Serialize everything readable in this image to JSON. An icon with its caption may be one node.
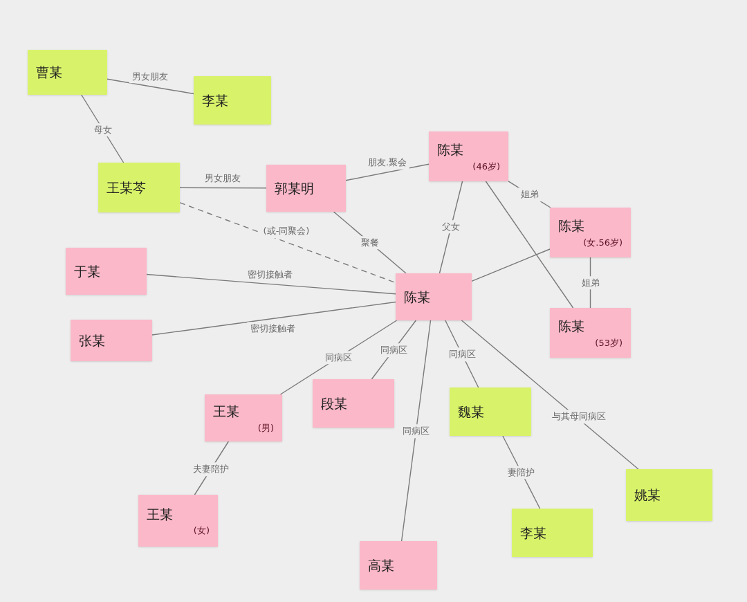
{
  "diagram": {
    "nodes": [
      {
        "text": [
          "曹某"
        ]
      },
      {
        "text": [
          "李某"
        ]
      },
      {
        "text": [
          "王某芩"
        ]
      },
      {
        "text": [
          "郭某明"
        ]
      },
      {
        "text": [
          "陈某",
          "(46岁)"
        ]
      },
      {
        "text": [
          "陈某",
          "(女.56岁)"
        ]
      },
      {
        "text": [
          "于某"
        ]
      },
      {
        "text": [
          "陈某"
        ]
      },
      {
        "text": [
          "陈某",
          "(53岁)"
        ]
      },
      {
        "text": [
          "张某"
        ]
      },
      {
        "text": [
          "王某",
          "(男)"
        ]
      },
      {
        "text": [
          "段某"
        ]
      },
      {
        "text": [
          "魏某"
        ]
      },
      {
        "text": [
          "王某",
          "(女)"
        ]
      },
      {
        "text": [
          "姚某"
        ]
      },
      {
        "text": [
          "李某"
        ]
      },
      {
        "text": [
          "高某"
        ]
      }
    ],
    "edges": [
      {
        "from": 0,
        "to": 1,
        "arrow": "none",
        "label": "男女朋友"
      },
      {
        "from": 0,
        "to": 2,
        "arrow": "none",
        "label": "母女"
      },
      {
        "from": 2,
        "to": 3,
        "arrow": "none",
        "label": "男女朋友"
      },
      {
        "from": 2,
        "to": 7,
        "arrow": "none",
        "label": "(或-同聚会)",
        "style": "dashed"
      },
      {
        "from": 3,
        "to": 4,
        "arrow": "none",
        "label": "朋友.聚会"
      },
      {
        "from": 3,
        "to": 7,
        "arrow": "none",
        "label": "聚餐"
      },
      {
        "from": 4,
        "to": 7,
        "arrow": "none",
        "label": "父女"
      },
      {
        "from": 4,
        "to": 5,
        "arrow": "none",
        "label": "姐弟"
      },
      {
        "from": 4,
        "to": 8,
        "arrow": "none"
      },
      {
        "from": 5,
        "to": 7,
        "arrow": "none"
      },
      {
        "from": 5,
        "to": 8,
        "arrow": "none",
        "label": "姐弟"
      },
      {
        "from": 6,
        "to": 7,
        "arrow": "none",
        "label": "密切接触者"
      },
      {
        "from": 9,
        "to": 7,
        "arrow": "none",
        "label": "密切接触者"
      },
      {
        "from": 7,
        "to": 10,
        "arrow": "none",
        "label": "同病区"
      },
      {
        "from": 7,
        "to": 11,
        "arrow": "none",
        "label": "同病区"
      },
      {
        "from": 7,
        "to": 16,
        "arrow": "none",
        "label": "同病区"
      },
      {
        "from": 7,
        "to": 12,
        "arrow": "none",
        "label": "同病区"
      },
      {
        "from": 7,
        "to": 14,
        "arrow": "none",
        "label": "与其母同病区"
      },
      {
        "from": 10,
        "to": 13,
        "arrow": "none",
        "label": "夫妻陪护"
      },
      {
        "from": 12,
        "to": 15,
        "arrow": "none",
        "label": "妻陪护"
      }
    ]
  }
}
